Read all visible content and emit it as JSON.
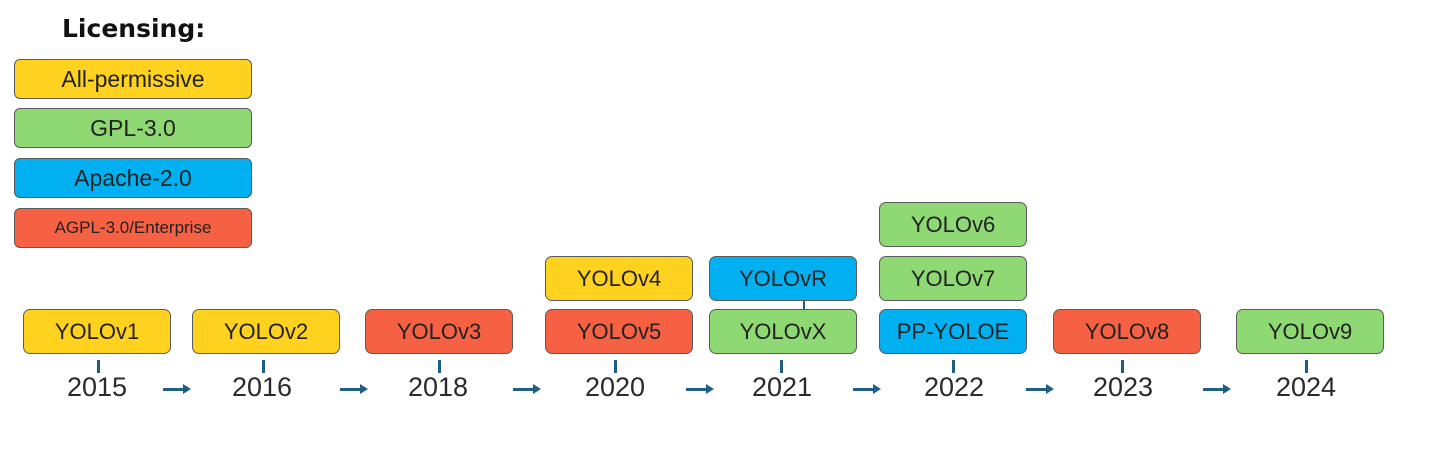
{
  "legend": {
    "title": "Licensing:",
    "items": [
      {
        "label": "All-permissive",
        "color": "#FFD21F"
      },
      {
        "label": "GPL-3.0",
        "color": "#8ED973"
      },
      {
        "label": "Apache-2.0",
        "color": "#00B0F0"
      },
      {
        "label": "AGPL-3.0/Enterprise",
        "color": "#F66043"
      }
    ]
  },
  "timeline": {
    "years": [
      "2015",
      "2016",
      "2018",
      "2020",
      "2021",
      "2022",
      "2023",
      "2024"
    ],
    "models": {
      "v1": {
        "label": "YOLOv1",
        "year": "2015",
        "license": "All-permissive"
      },
      "v2": {
        "label": "YOLOv2",
        "year": "2016",
        "license": "All-permissive"
      },
      "v3": {
        "label": "YOLOv3",
        "year": "2018",
        "license": "AGPL-3.0/Enterprise"
      },
      "v4": {
        "label": "YOLOv4",
        "year": "2020",
        "license": "All-permissive"
      },
      "v5": {
        "label": "YOLOv5",
        "year": "2020",
        "license": "AGPL-3.0/Enterprise"
      },
      "vR": {
        "label": "YOLOvR",
        "year": "2021",
        "license": "Apache-2.0"
      },
      "vX": {
        "label": "YOLOvX",
        "year": "2021",
        "license": "GPL-3.0"
      },
      "v6": {
        "label": "YOLOv6",
        "year": "2022",
        "license": "GPL-3.0"
      },
      "v7": {
        "label": "YOLOv7",
        "year": "2022",
        "license": "GPL-3.0"
      },
      "ppyoloe": {
        "label": "PP-YOLOE",
        "year": "2022",
        "license": "Apache-2.0"
      },
      "v8": {
        "label": "YOLOv8",
        "year": "2023",
        "license": "AGPL-3.0/Enterprise"
      },
      "v9": {
        "label": "YOLOv9",
        "year": "2024",
        "license": "GPL-3.0"
      }
    }
  }
}
